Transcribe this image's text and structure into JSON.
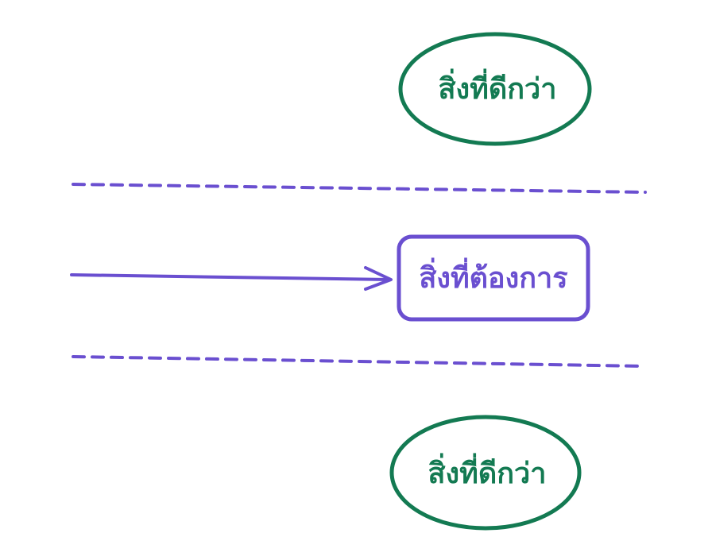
{
  "diagram": {
    "top_node": {
      "label": "สิ่งที่ดีกว่า"
    },
    "center_node": {
      "label": "สิ่งที่ต้องการ"
    },
    "bottom_node": {
      "label": "สิ่งที่ดีกว่า"
    }
  },
  "colors": {
    "green": "#137a52",
    "purple": "#6a4fd0",
    "background": "#ffffff"
  }
}
